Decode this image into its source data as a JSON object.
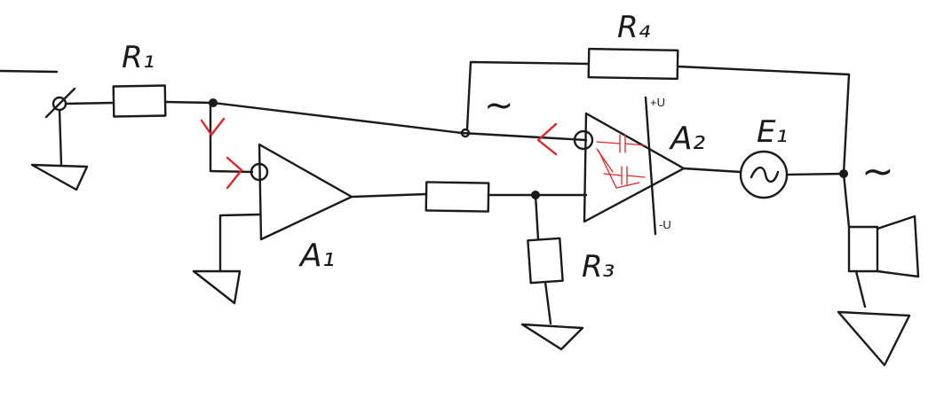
{
  "labels": {
    "r1": "R₁",
    "r3": "R₃",
    "r4": "R₄",
    "a1": "A₁",
    "a2": "A₂",
    "e1": "E₁",
    "plus_u": "+U",
    "minus_u": "-U",
    "tilde_feedback": "~",
    "tilde_output": "~"
  },
  "colors": {
    "ink": "#1a1a1a",
    "annotation": "#e0262b",
    "background": "#ffffff"
  }
}
